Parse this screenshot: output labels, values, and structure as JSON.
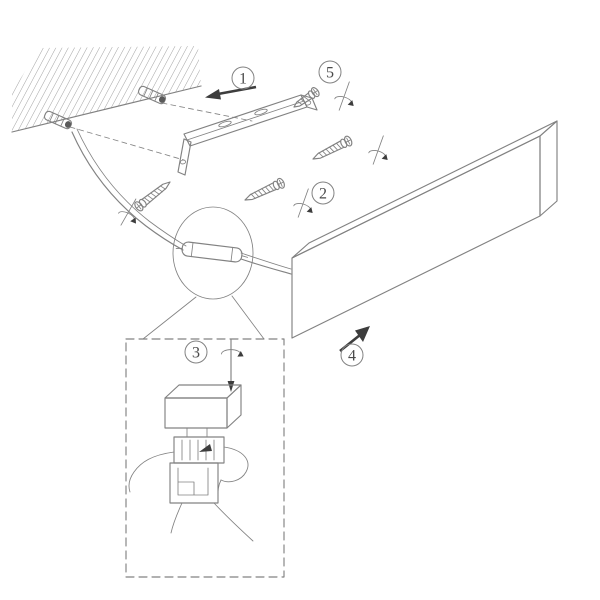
{
  "steps": [
    {
      "label": "1"
    },
    {
      "label": "2"
    },
    {
      "label": "3"
    },
    {
      "label": "4"
    },
    {
      "label": "5"
    }
  ],
  "colors": {
    "line": "#828282",
    "dark": "#3d3d3d",
    "digit": "#4a4a4a",
    "background": "#ffffff"
  }
}
